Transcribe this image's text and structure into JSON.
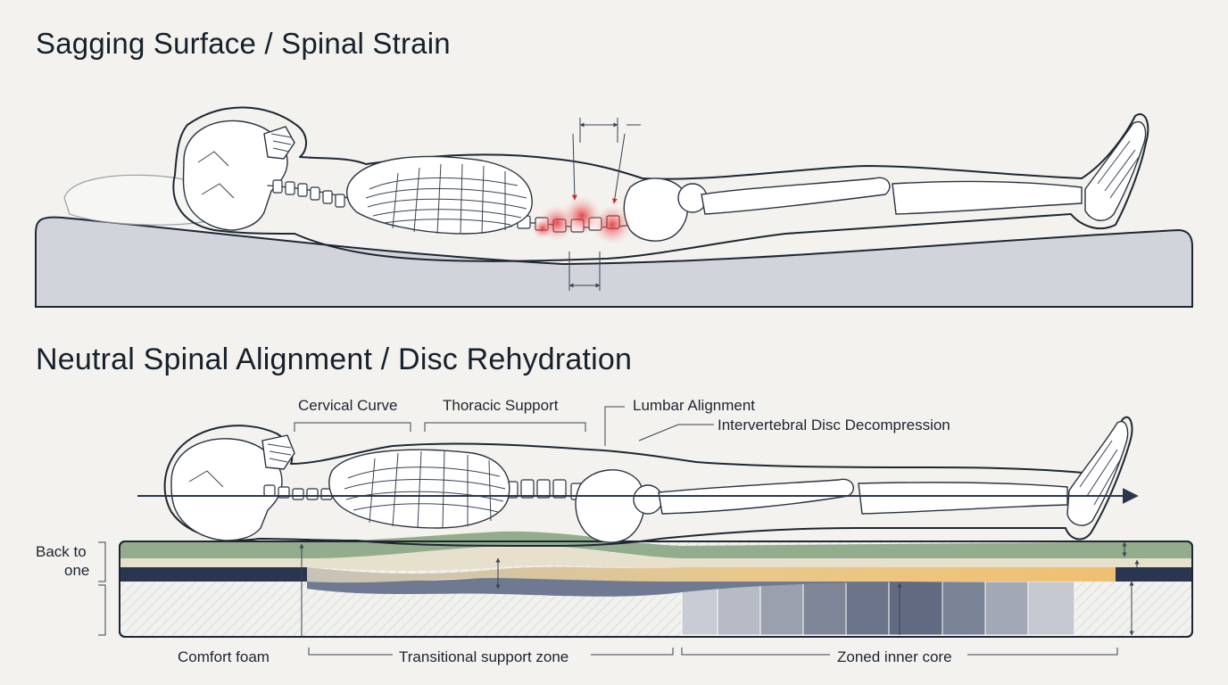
{
  "panels": {
    "top": {
      "title": "Sagging Surface / Spinal Strain"
    },
    "bottom": {
      "title": "Neutral Spinal Alignment / Disc Rehydration",
      "callouts": {
        "cervical": "Cervical Curve",
        "thoracic": "Thoracic Support",
        "lumbar": "Lumbar Alignment",
        "disc": "Intervertebral Disc Decompression"
      },
      "side_label_line1": "Back to",
      "side_label_line2": "one",
      "layers": {
        "comfort": "Comfort foam",
        "transitional": "Transitional support zone",
        "core": "Zoned inner core"
      }
    }
  },
  "colors": {
    "background": "#f3f2ee",
    "mattress_top": "#d2d4dc",
    "strain_red": "#e0262a",
    "comfort_green": "#93ad8c",
    "cream_layer": "#e6e0cc",
    "navy_layer": "#2a3650",
    "slate_layer": "#6f7a92",
    "tan_layer": "#ecc27e"
  },
  "icons": [
    "skull-icon",
    "ribcage-icon",
    "pelvis-icon",
    "foot-icon",
    "alignment-arrow-icon",
    "strain-point-icon"
  ]
}
